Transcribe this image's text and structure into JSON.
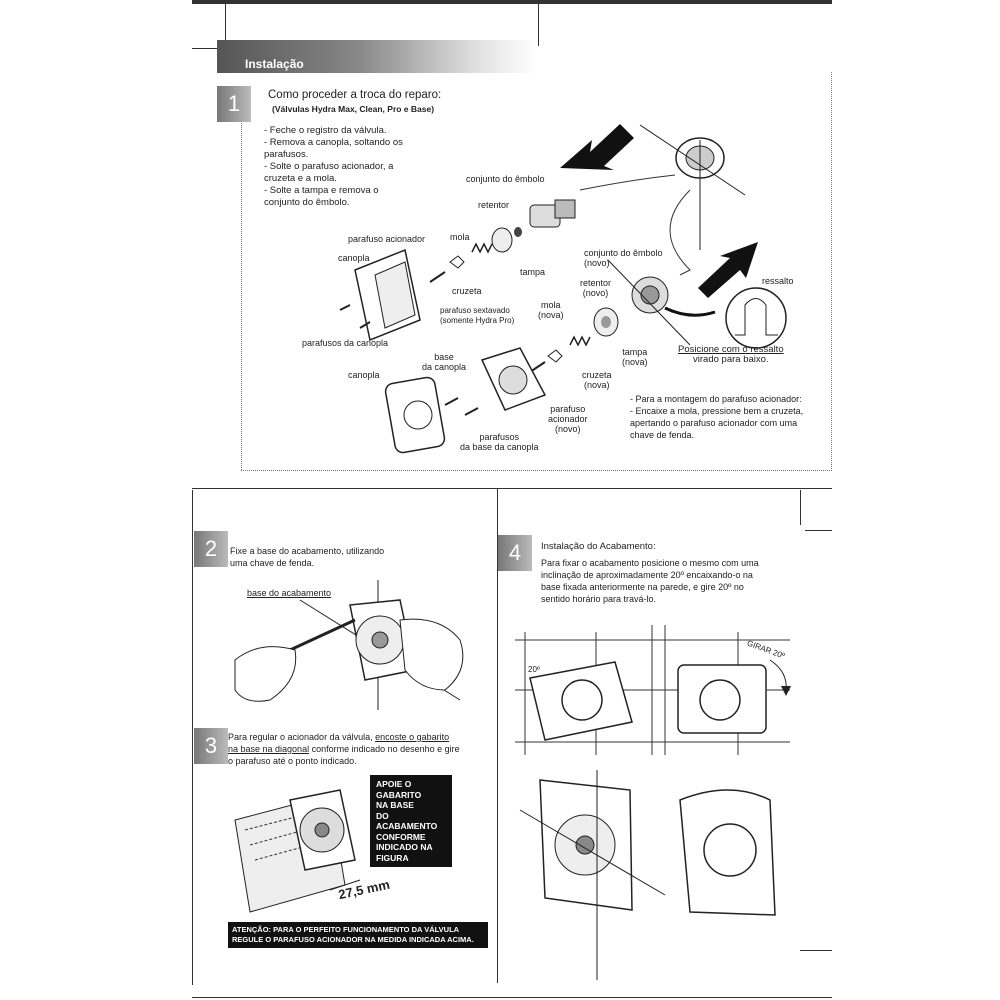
{
  "header": {
    "title": "Instalação"
  },
  "step1": {
    "number": "1",
    "title": "Como proceder a troca do reparo:",
    "subtitle": "(Válvulas Hydra Max, Clean, Pro e Base)",
    "instructions": [
      "- Feche o registro da válvula.",
      "- Remova a canopla, soltando os",
      "parafusos.",
      "- Solte o parafuso acionador, a",
      "cruzeta e a mola.",
      "- Solte a tampa e remova o",
      "conjunto do êmbolo."
    ],
    "labels": {
      "conjunto_embolo": "conjunto do êmbolo",
      "retentor": "retentor",
      "mola": "mola",
      "parafuso_acionador": "parafuso acionador",
      "canopla": "canopla",
      "cruzeta": "cruzeta",
      "tampa": "tampa",
      "parafuso_sextavado_1": "parafuso sextavado",
      "parafuso_sextavado_2": "(somente Hydra Pro)",
      "parafusos_canopla": "parafusos da canopla",
      "conjunto_embolo_novo_1": "conjunto do êmbolo",
      "conjunto_embolo_novo_2": "(novo)",
      "retentor_novo_1": "retentor",
      "retentor_novo_2": "(novo)",
      "mola_nova_1": "mola",
      "mola_nova_2": "(nova)",
      "ressalto": "ressalto",
      "posicione_1": "Posicione com o ressalto",
      "posicione_2": "virado para baixo.",
      "tampa_nova_1": "tampa",
      "tampa_nova_2": "(nova)",
      "base_canopla_1": "base",
      "base_canopla_2": "da canopla",
      "canopla_2": "canopla",
      "cruzeta_nova_1": "cruzeta",
      "cruzeta_nova_2": "(nova)",
      "parafuso_acionador_novo_1": "parafuso",
      "parafuso_acionador_novo_2": "acionador",
      "parafuso_acionador_novo_3": "(novo)",
      "parafusos_base_1": "parafusos",
      "parafusos_base_2": "da base da canopla"
    },
    "note": [
      "- Para a montagem do parafuso acionador:",
      "- Encaixe a mola, pressione bem a cruzeta,",
      "apertando o parafuso acionador com uma",
      "chave de fenda."
    ]
  },
  "step2": {
    "number": "2",
    "text": [
      "Fixe a base do acabamento, utilizando",
      "uma chave de fenda."
    ],
    "label": "base do acabamento"
  },
  "step3": {
    "number": "3",
    "text_1a": "Para regular o acionador da válvula, ",
    "text_1b": "encoste o gabarito",
    "text_2a": "na base na diagonal",
    "text_2b": " conforme indicado no desenho e gire",
    "text_3": "o parafuso até o ponto indicado.",
    "callout": [
      "APOIE O",
      "GABARITO",
      "NA BASE",
      "DO ACABAMENTO",
      "CONFORME",
      "INDICADO NA",
      "FIGURA"
    ],
    "measure": "27,5 mm",
    "warning": [
      "ATENÇÃO: PARA O PERFEITO FUNCIONAMENTO DA VÁLVULA",
      "REGULE O PARAFUSO ACIONADOR NA MEDIDA INDICADA ACIMA."
    ]
  },
  "step4": {
    "number": "4",
    "title": "Instalação do Acabamento:",
    "text": [
      "Para fixar o acabamento posicione o mesmo com uma",
      "inclinação de aproximadamente 20º encaixando-o na",
      "base fixada anteriormente na parede, e gire 20º no",
      "sentido horário para travá-lo."
    ],
    "angle_label": "20º",
    "rotate_label": "GIRAR 20º"
  }
}
